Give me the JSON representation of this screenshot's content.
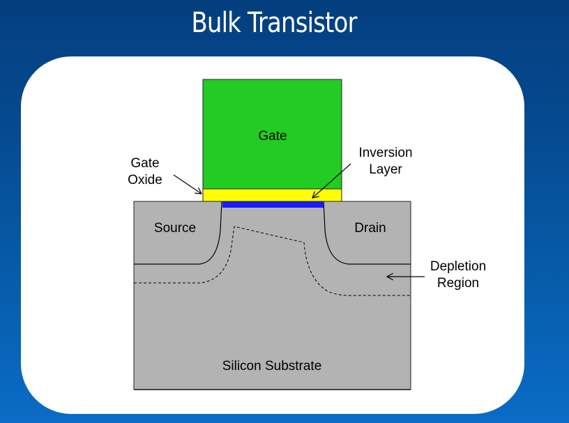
{
  "title": "Bulk Transistor",
  "labels": {
    "gate": "Gate",
    "gate_oxide_line1": "Gate",
    "gate_oxide_line2": "Oxide",
    "inversion_line1": "Inversion",
    "inversion_line2": "Layer",
    "source": "Source",
    "drain": "Drain",
    "depletion_line1": "Depletion",
    "depletion_line2": "Region",
    "substrate": "Silicon Substrate"
  },
  "colors": {
    "gate": "#22cc22",
    "oxide": "#ffff00",
    "inversion": "#1a1aff",
    "silicon": "#b3b3b3"
  }
}
